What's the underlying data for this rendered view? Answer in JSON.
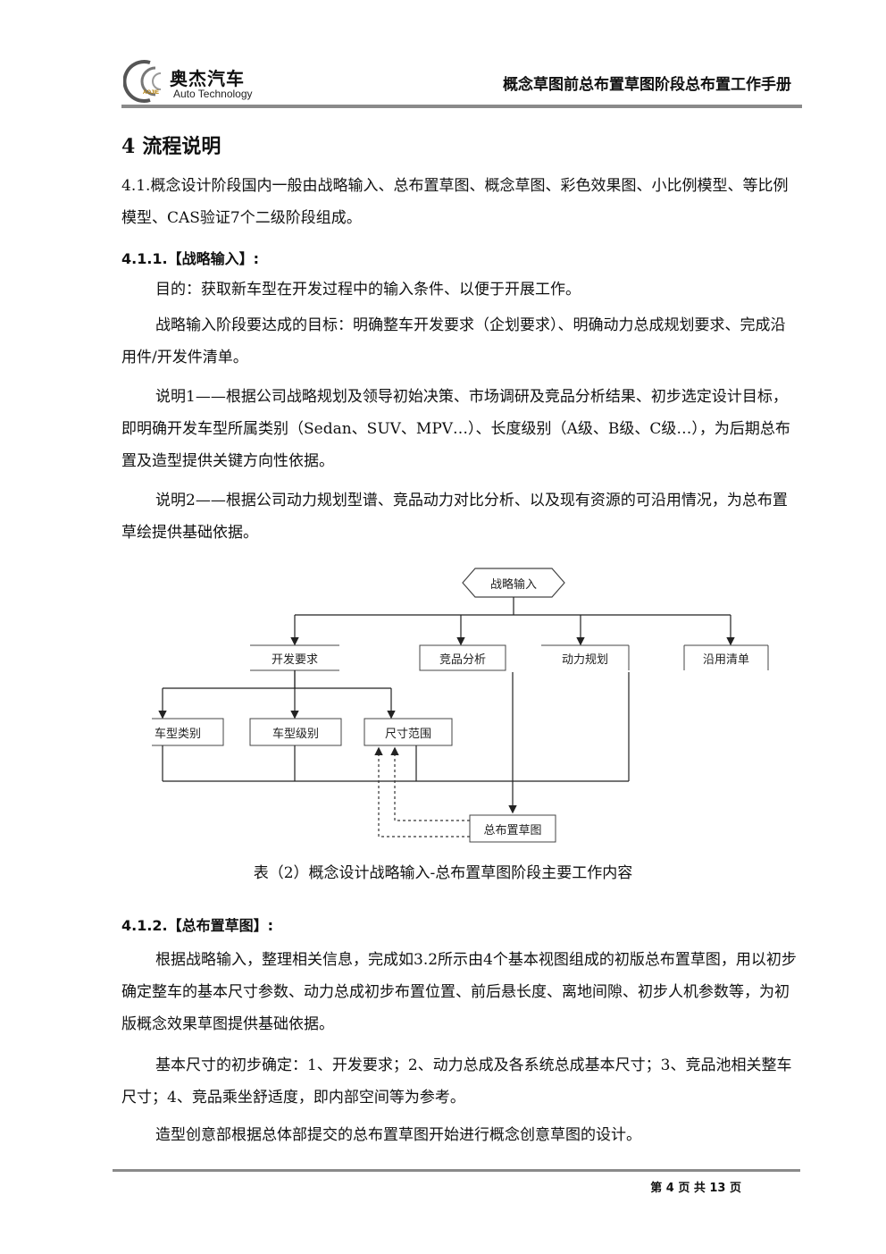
{
  "header": {
    "logo_cn": "奥杰汽车",
    "logo_en": "Auto Technology",
    "logo_tiny": "AOJIE",
    "title": "概念草图前总布置草图阶段总布置工作手册"
  },
  "section": {
    "number": "4",
    "title": "流程说明"
  },
  "paragraphs": {
    "p_4_1": "4.1.概念设计阶段国内一般由战略输入、总布置草图、概念草图、彩色效果图、小比例模型、等比例模型、CAS验证7个二级阶段组成。",
    "h_4_1_1": "4.1.1.【战略输入】:",
    "p_goal": "目的：获取新车型在开发过程中的输入条件、以便于开展工作。",
    "p_target": "战略输入阶段要达成的目标：明确整车开发要求（企划要求）、明确动力总成规划要求、完成沿用件/开发件清单。",
    "p_note1": "说明1——根据公司战略规划及领导初始决策、市场调研及竞品分析结果、初步选定设计目标，即明确开发车型所属类别（Sedan、SUV、MPV…）、长度级别（A级、B级、C级…），为后期总布置及造型提供关键方向性依据。",
    "p_note2": "说明2——根据公司动力规划型谱、竞品动力对比分析、以及现有资源的可沿用情况，为总布置草绘提供基础依据。",
    "caption": "表（2）概念设计战略输入-总布置草图阶段主要工作内容",
    "h_4_1_2": "4.1.2.【总布置草图】:",
    "p_layout": "根据战略输入，整理相关信息，完成如3.2所示由4个基本视图组成的初版总布置草图，用以初步确定整车的基本尺寸参数、动力总成初步布置位置、前后悬长度、离地间隙、初步人机参数等，为初版概念效果草图提供基础依据。",
    "p_dims": "基本尺寸的初步确定：1、开发要求；2、动力总成及各系统总成基本尺寸；3、竞品池相关整车尺寸；4、竞品乘坐舒适度，即内部空间等为参考。",
    "p_styling": "造型创意部根据总体部提交的总布置草图开始进行概念创意草图的设计。"
  },
  "diagram": {
    "root": "战略输入",
    "dev_req": "开发要求",
    "competitor": "竞品分析",
    "powertrain": "动力规划",
    "carryover": "沿用清单",
    "vehicle_type": "车型类别",
    "vehicle_class": "车型级别",
    "size_range": "尺寸范围",
    "layout_sketch": "总布置草图"
  },
  "footer": {
    "page": "第 4 页 共 13 页"
  }
}
